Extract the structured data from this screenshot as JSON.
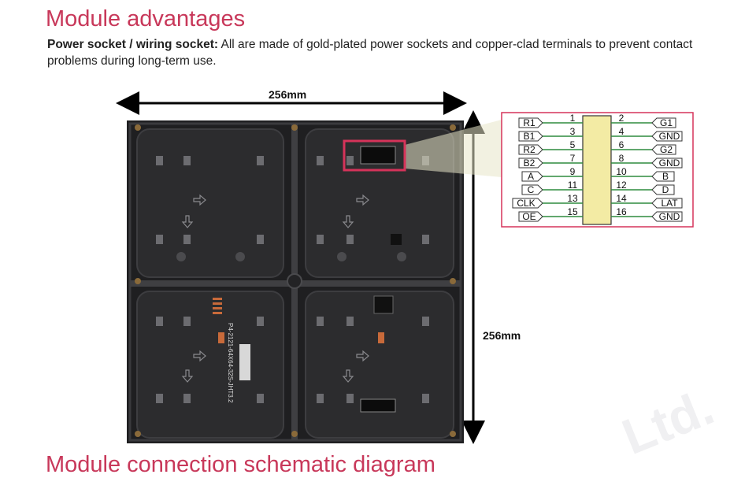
{
  "heading": "Module advantages",
  "description": {
    "label": "Power socket / wiring socket:",
    "text": " All are made of gold-plated power sockets and copper-clad terminals to prevent contact problems during long-term use."
  },
  "dimensions": {
    "width_label": "256mm",
    "height_label": "256mm"
  },
  "panel": {
    "silkscreen": "P4-2121-64X64-32S-JHT3.2"
  },
  "pinout": {
    "rows": [
      {
        "left_signal": "R1",
        "left_pin": "1",
        "right_pin": "2",
        "right_signal": "G1"
      },
      {
        "left_signal": "B1",
        "left_pin": "3",
        "right_pin": "4",
        "right_signal": "GND"
      },
      {
        "left_signal": "R2",
        "left_pin": "5",
        "right_pin": "6",
        "right_signal": "G2"
      },
      {
        "left_signal": "B2",
        "left_pin": "7",
        "right_pin": "8",
        "right_signal": "GND"
      },
      {
        "left_signal": "A",
        "left_pin": "9",
        "right_pin": "10",
        "right_signal": "B"
      },
      {
        "left_signal": "C",
        "left_pin": "11",
        "right_pin": "12",
        "right_signal": "D"
      },
      {
        "left_signal": "CLK",
        "left_pin": "13",
        "right_pin": "14",
        "right_signal": "LAT"
      },
      {
        "left_signal": "OE",
        "left_pin": "15",
        "right_pin": "16",
        "right_signal": "GND"
      }
    ]
  },
  "watermark": "Ltd.",
  "next_heading": "Module connection schematic diagram",
  "colors": {
    "accent": "#c8385a",
    "pin_line": "#2e8b3e",
    "header_fill": "#f3eba4",
    "pinout_border": "#d6335a"
  }
}
